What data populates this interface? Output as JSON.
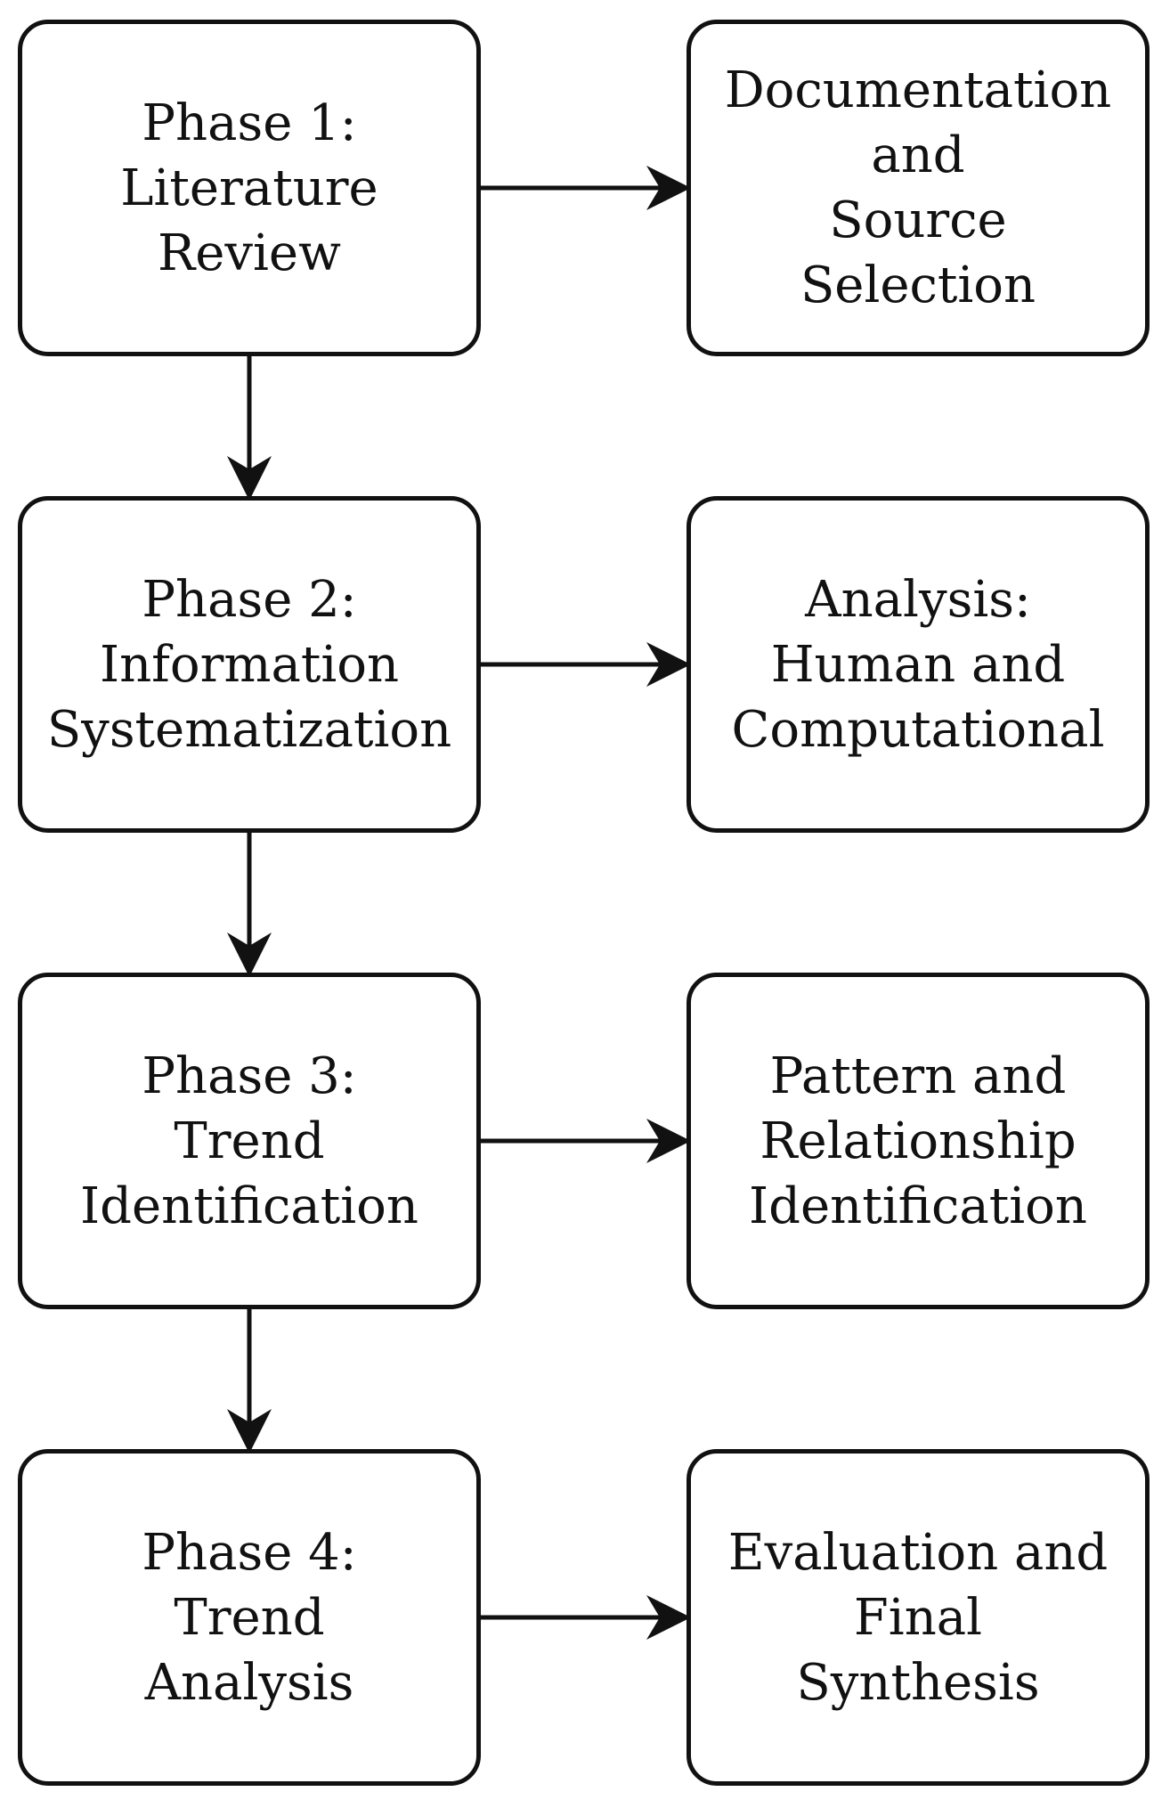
{
  "phases": [
    {
      "lines": [
        "Phase 1:",
        "Literature",
        "Review"
      ]
    },
    {
      "lines": [
        "Phase 2:",
        "Information",
        "Systematization"
      ]
    },
    {
      "lines": [
        "Phase 3:",
        "Trend",
        "Identification"
      ]
    },
    {
      "lines": [
        "Phase 4:",
        "Trend",
        "Analysis"
      ]
    }
  ],
  "outcomes": [
    {
      "lines": [
        "Documentation",
        "and",
        "Source",
        "Selection"
      ]
    },
    {
      "lines": [
        "Analysis:",
        "Human and",
        "Computational"
      ]
    },
    {
      "lines": [
        "Pattern and",
        "Relationship",
        "Identification"
      ]
    },
    {
      "lines": [
        "Evaluation and",
        "Final",
        "Synthesis"
      ]
    }
  ],
  "colors": {
    "stroke": "#111111",
    "background": "#ffffff"
  }
}
